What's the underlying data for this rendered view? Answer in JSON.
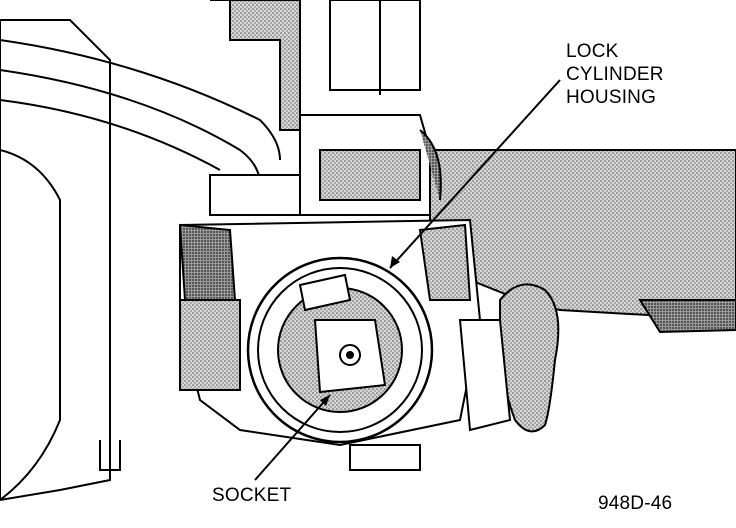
{
  "labels": {
    "lock_cylinder_housing": [
      "LOCK",
      "CYLINDER",
      "HOUSING"
    ],
    "socket": "SOCKET",
    "figure_number": "948D-46"
  },
  "colors": {
    "ink": "#000000",
    "paper": "#ffffff",
    "shade": "#b9b9b9"
  }
}
